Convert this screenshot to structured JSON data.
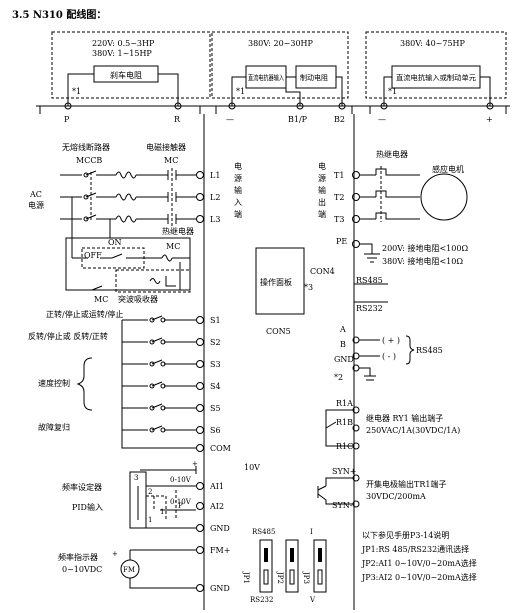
{
  "title": "3.5  N310 配线图：",
  "boxes": {
    "left_spec_1": "220V: 0.5~3HP",
    "left_spec_2": "380V: 1~15HP",
    "left_label": "刹车电阻",
    "mid_spec": "380V: 20~30HP",
    "mid_a": "直流电抗器输入",
    "mid_b": "制动电阻",
    "right_spec": "380V: 40~75HP",
    "right_a": "直流电抗输入或制动单元"
  },
  "terminals": {
    "P": "P",
    "R": "R",
    "B1P": "B1/P",
    "B2": "B2",
    "L1": "L1",
    "L2": "L2",
    "L3": "L3",
    "T1": "T1",
    "T2": "T2",
    "T3": "T3",
    "PE": "PE",
    "S1": "S1",
    "S2": "S2",
    "S3": "S3",
    "S4": "S4",
    "S5": "S5",
    "S6": "S6",
    "COM": "COM",
    "AI1": "AI1",
    "AI2": "AI2",
    "GND": "GND",
    "FM": "FM+",
    "A": "A",
    "B": "B",
    "R1A": "R1A",
    "R1B": "R1B",
    "R1C": "R1C",
    "SYNP": "SYN+",
    "SYNM": "SYN-"
  },
  "notes": {
    "star1": "*1",
    "star2": "*2",
    "star3": "*3",
    "minus": "—",
    "plus": "+",
    "pos_sign": "( + )",
    "neg_sign": "( - )"
  },
  "left_labels": {
    "mccb_title": "无熔线断路器",
    "mccb": "MCCB",
    "mc_title": "电磁接触器",
    "mc": "MC",
    "ac": "AC",
    "source": "电源",
    "on": "ON",
    "off": "OFF",
    "relay": "热继电器",
    "surge": "突波吸收器",
    "s1_desc": "正转/停止或运转/停止",
    "s2_desc": "反转/停止或 反转/正转",
    "speed": "速度控制",
    "fault": "故障复归",
    "freq_set": "频率设定器",
    "pid": "PID输入",
    "v10_1": "0-10V",
    "v10_2": "0-10V",
    "freq_meter": "频率指示器",
    "freq_range": "0~10VDC",
    "fm_icon": "FM"
  },
  "center_labels": {
    "power_in": "电源输入端",
    "power_out": "电源输出端",
    "panel": "操作面板",
    "con5": "CON5",
    "con4": "CON4",
    "rs485": "RS485",
    "rs232": "RS232",
    "v10": "10V",
    "jp1": "JP1",
    "jp2": "JP2",
    "jp3": "JP3",
    "jp_i": "I",
    "jp_v": "V"
  },
  "right_labels": {
    "thermal": "热继电器",
    "motor": "感应电机",
    "pe_200": "200V: 接地电阻<100Ω",
    "pe_380": "380V: 接地电阻<10Ω",
    "rs485": "RS485",
    "relay_out": "继电器 RY1 输出端子",
    "relay_rating": "250VAC/1A(30VDC/1A)",
    "oc_out": "开集电极输出TR1端子",
    "oc_rating": "30VDC/200mA",
    "ref": "以下参见手册P3-14说明",
    "jp1": "JP1:RS 485/RS232通讯选择",
    "jp2": "JP2:AI1 0~10V/0~20mA选择",
    "jp3": "JP3:AI2 0~10V/0~20mA选择"
  }
}
